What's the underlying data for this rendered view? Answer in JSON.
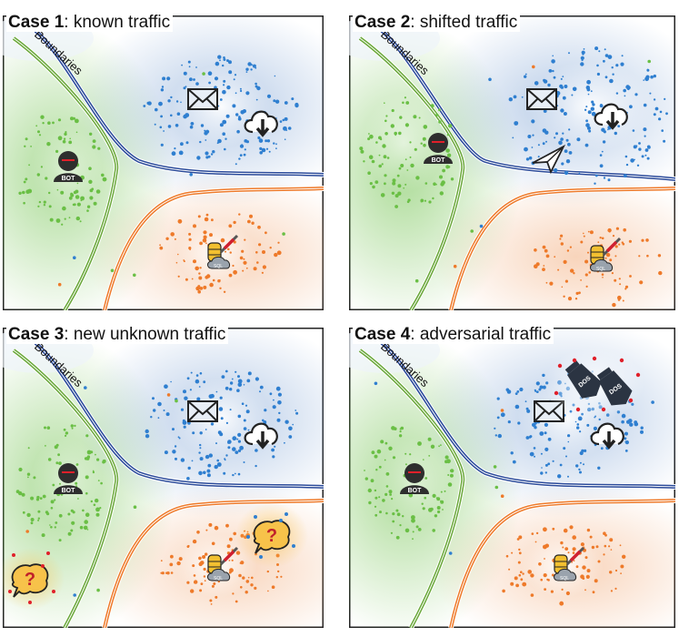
{
  "panels": [
    {
      "case_label": "Case 1",
      "description": ": known traffic",
      "boundary_label": "Boundaries",
      "bot_label": "BOT",
      "sql_label": "SQL"
    },
    {
      "case_label": "Case 2",
      "description": ": shifted traffic",
      "boundary_label": "Boundaries",
      "bot_label": "BOT",
      "sql_label": "SQL"
    },
    {
      "case_label": "Case 3",
      "description": ": new unknown traffic",
      "boundary_label": "Boundaries",
      "bot_label": "BOT",
      "sql_label": "SQL"
    },
    {
      "case_label": "Case 4",
      "description": ": adversarial traffic",
      "boundary_label": "Boundaries",
      "bot_label": "BOT",
      "sql_label": "SQL",
      "dos_label": "DOS"
    }
  ],
  "colors": {
    "green_cluster": "#6abf45",
    "blue_cluster": "#2f7fd0",
    "orange_cluster": "#ee7a2a",
    "blue_boundary": "#2a4a9a",
    "green_boundary": "#6aa83a",
    "orange_boundary": "#ee7a2a",
    "alert_red": "#e0202a",
    "unknown_yellow": "#f7c24a"
  },
  "icons": [
    "mail-icon",
    "cloud-download-icon",
    "bot-icon",
    "sql-injection-icon",
    "paper-plane-icon",
    "question-bubble-icon",
    "dos-bomb-icon"
  ]
}
